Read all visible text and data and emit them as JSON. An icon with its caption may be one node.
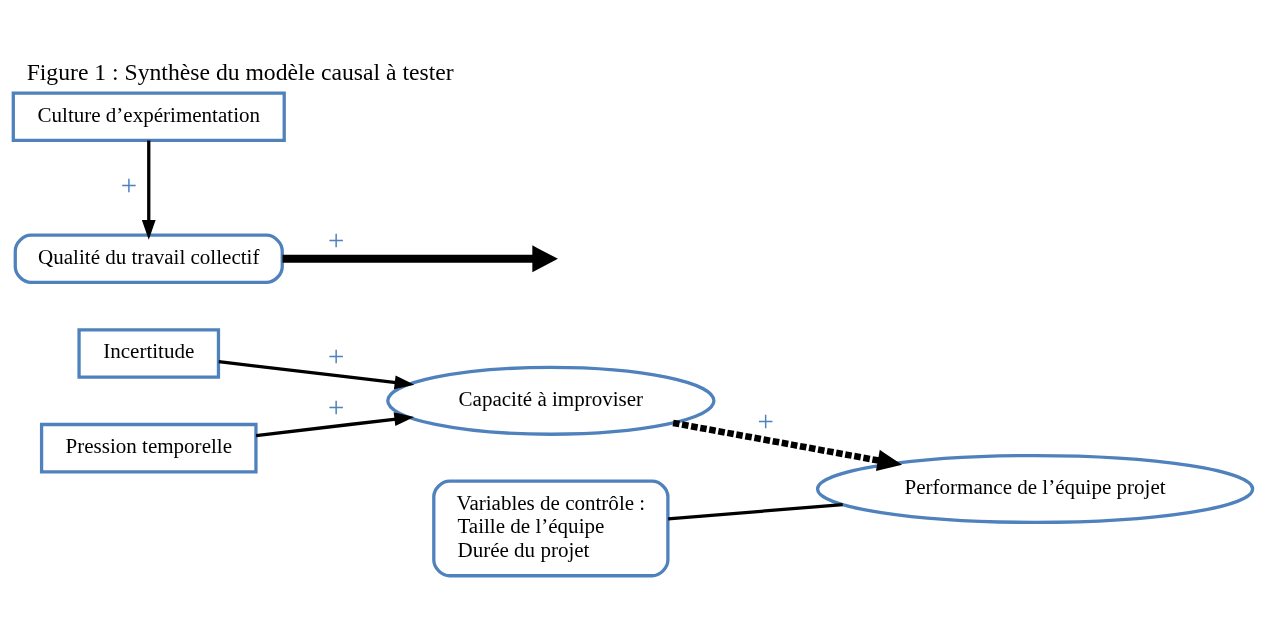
{
  "diagram": {
    "title": "Figure 1 : Synthèse du modèle causal à tester",
    "nodes": [
      {
        "text": [
          "Incertitude"
        ]
      },
      {
        "text": [
          "Pression temporelle"
        ]
      },
      {
        "text": [
          "Capacité à improviser"
        ]
      },
      {
        "text": [
          "Performance de l’équipe projet"
        ]
      },
      {
        "text": [
          "Qualité du travail collectif"
        ]
      },
      {
        "text": [
          "Culture d’expérimentation"
        ]
      },
      {
        "text": [
          "Variables de contrôle :",
          "Taille de l’équipe",
          "Durée du projet"
        ]
      }
    ],
    "edges": [
      {
        "from": 0,
        "to": 2,
        "arrow": "to",
        "label": "+"
      },
      {
        "from": 1,
        "to": 2,
        "arrow": "to",
        "label": "+"
      },
      {
        "from": 2,
        "to": 3,
        "arrow": "to",
        "label": "+",
        "style": "dashed"
      },
      {
        "from": 4,
        "to": null,
        "arrow": "to",
        "label": "+",
        "style": "thick"
      },
      {
        "from": 5,
        "to": 4,
        "arrow": "to",
        "label": "+"
      },
      {
        "from": 6,
        "to": 3,
        "arrow": "none"
      }
    ]
  }
}
